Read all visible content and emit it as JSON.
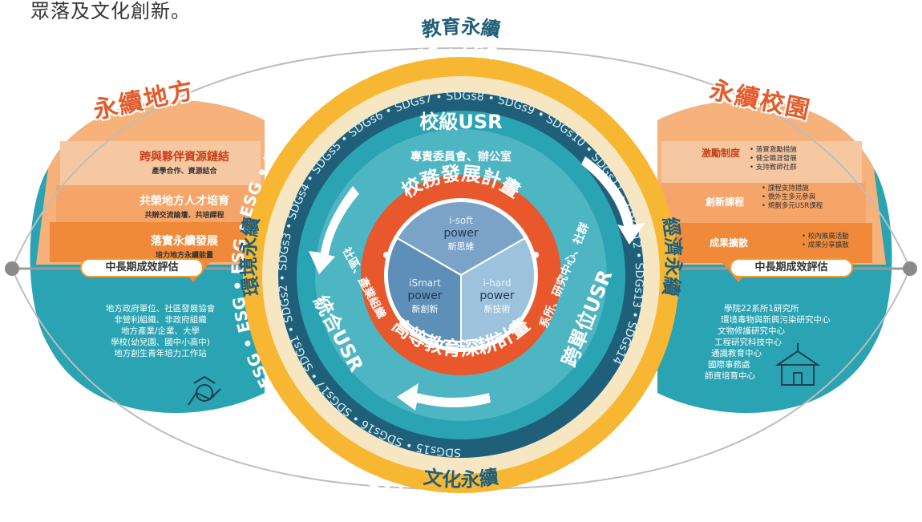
{
  "top_text": "眾落及文化創新。",
  "left_panel": {
    "title": "永續地方",
    "items": [
      {
        "title": "跨與夥伴資源鏈結",
        "sub": "產學合作、資源結合"
      },
      {
        "title": "共榮地方人才培育",
        "sub": "共辦交流論壇、共培課程"
      },
      {
        "title": "落實永續發展",
        "sub": "培力地方永續能量"
      }
    ],
    "eval_label": "中長期成效評估",
    "list": [
      "地方政府單位、社區發展協會",
      "非營利組織、非政府組織",
      "地方產業/企業、大學",
      "學校(幼兒園、國中小高中)",
      "地方創生青年培力工作站"
    ]
  },
  "right_panel": {
    "title": "永續校園",
    "rows": [
      {
        "label": "激勵制度",
        "bullets": [
          "• 落實激勵措施",
          "• 健全職涯發展",
          "• 支持教師社群"
        ]
      },
      {
        "label": "創新課程",
        "bullets": [
          "• 課程支持措施",
          "• 僑外生多元參與",
          "• 規劃多元USR課程"
        ]
      },
      {
        "label": "成果擴散",
        "bullets": [
          "• 校內推廣活動",
          "• 成果分享擴散"
        ]
      }
    ],
    "eval_label": "中長期成效評估",
    "list": [
      "學院22系所1研究所",
      "環境毒物與新興污染研究中心",
      "文物修護研究中心",
      "工程研究科技中心",
      "通識教育中心",
      "國際事務處",
      "師資培育中心"
    ]
  },
  "outer_ring": {
    "repeat_text": "ESG",
    "top": "教育永續",
    "bottom": "文化永續",
    "left": "環境永續",
    "right": "經濟永續"
  },
  "sdg_ring": {
    "labels": [
      "SDGs15",
      "SDGs16",
      "SDGs17",
      "SDGs1",
      "SDGs2",
      "SDGs3",
      "SDGs4",
      "SDGs5",
      "SDGs6",
      "SDGs7",
      "SDGs8",
      "SDGs9",
      "SDGs10",
      "SDGs11",
      "SDGs12",
      "SDGs13",
      "SDGs14"
    ]
  },
  "mid_ring": {
    "top_title": "校級USR",
    "top_sub": "專責委員會、辦公室",
    "left_title": "統合USR",
    "left_sub": "社區、產業組織",
    "right_title": "跨單位USR",
    "right_sub": "系所、研究中心、社群"
  },
  "inner_ring": {
    "top": "校務發展計畫",
    "bottom": "高等教育深耕計畫"
  },
  "core": {
    "segments": [
      {
        "en": "i-soft",
        "en2": "power",
        "zh": "新思維",
        "color": "#7aa3c7"
      },
      {
        "en": "i-hard",
        "en2": "power",
        "zh": "新技術",
        "color": "#9cc2dd"
      },
      {
        "en": "iSmart",
        "en2": "power",
        "zh": "新創新",
        "color": "#5e8fb8"
      }
    ]
  },
  "colors": {
    "orange": "#f39a2c",
    "gold": "#f7b733",
    "teal": "#2aa3b3",
    "navy": "#1f5f7a",
    "red_orange": "#e8582c"
  }
}
